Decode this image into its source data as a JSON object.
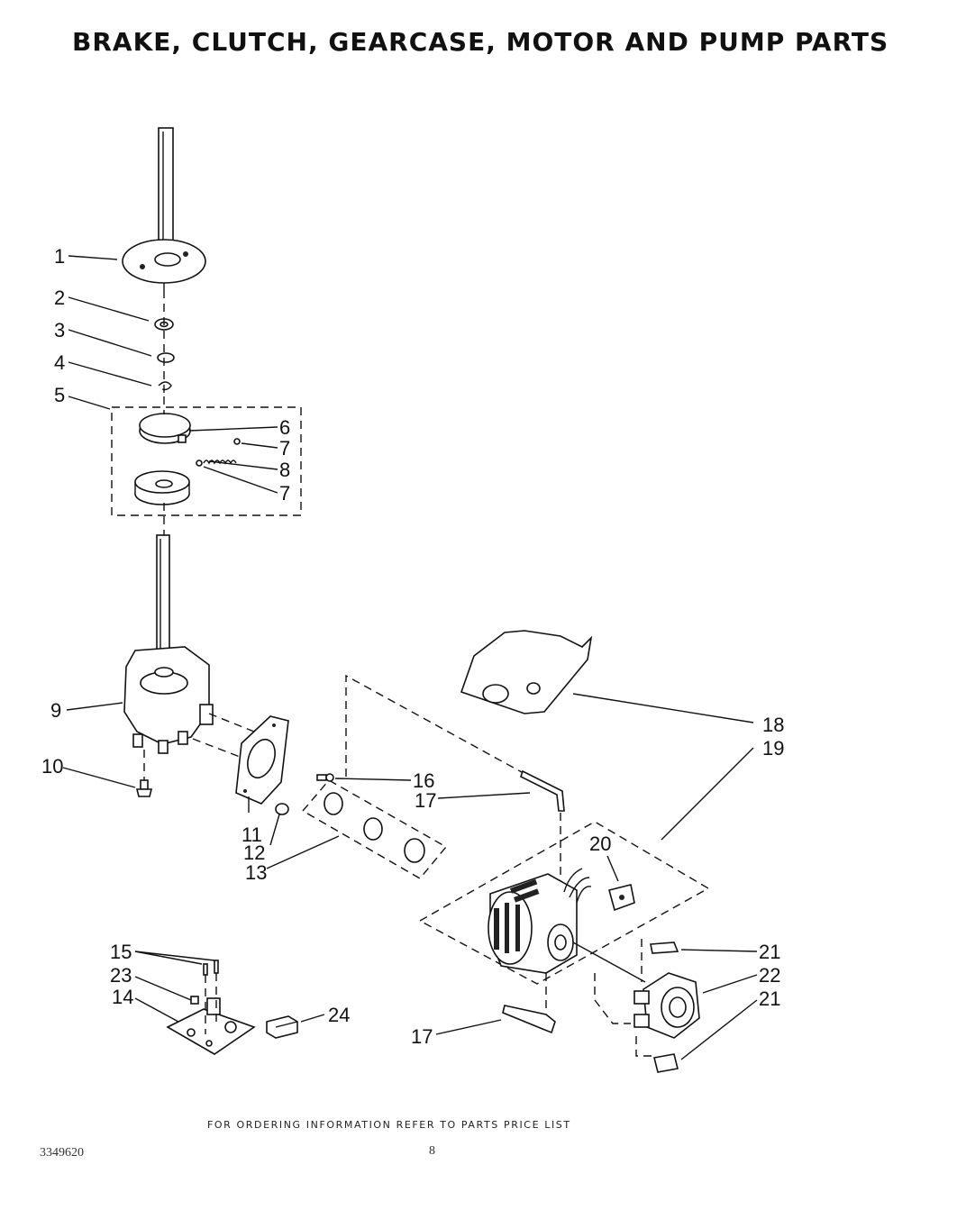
{
  "title": "BRAKE, CLUTCH, GEARCASE, MOTOR AND PUMP PARTS",
  "callouts": {
    "c1": "1",
    "c2": "2",
    "c3": "3",
    "c4": "4",
    "c5": "5",
    "c6": "6",
    "c7a": "7",
    "c8": "8",
    "c7b": "7",
    "c9": "9",
    "c10": "10",
    "c11": "11",
    "c12": "12",
    "c13": "13",
    "c14": "14",
    "c15": "15",
    "c16": "16",
    "c17a": "17",
    "c17b": "17",
    "c18": "18",
    "c19": "19",
    "c20": "20",
    "c21a": "21",
    "c22": "22",
    "c21b": "21",
    "c23": "23",
    "c24": "24"
  },
  "footer": {
    "ordering_note": "FOR ORDERING INFORMATION REFER TO PARTS PRICE LIST",
    "doc_number": "3349620",
    "page_number": "8"
  }
}
